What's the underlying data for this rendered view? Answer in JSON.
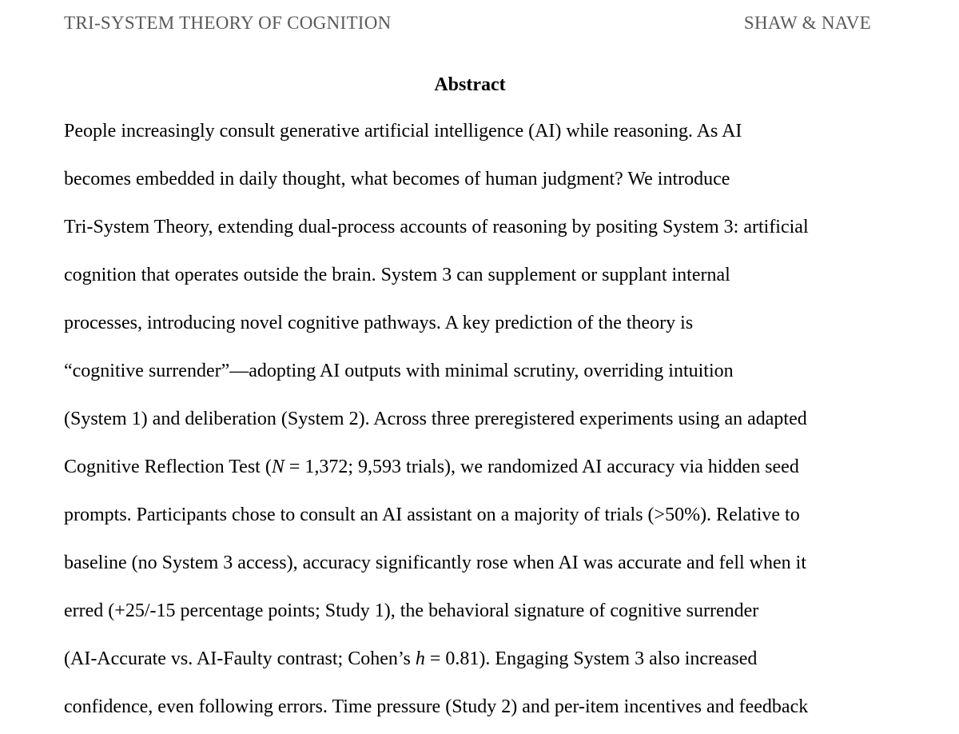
{
  "header": {
    "running_head": "TRI-SYSTEM THEORY OF COGNITION",
    "authors": "SHAW & NAVE"
  },
  "abstract": {
    "title": "Abstract",
    "lines": [
      [
        {
          "t": "People increasingly consult generative artificial intelligence (AI) while reasoning. As AI"
        }
      ],
      [
        {
          "t": "becomes embedded in daily thought, what becomes of human judgment? We introduce"
        }
      ],
      [
        {
          "t": "Tri-System Theory, extending dual-process accounts of reasoning by positing System 3: artificial"
        }
      ],
      [
        {
          "t": "cognition that operates outside the brain. System 3 can supplement or supplant internal"
        }
      ],
      [
        {
          "t": "processes, introducing novel cognitive pathways. A key prediction of the theory is"
        }
      ],
      [
        {
          "t": "“cognitive surrender”—adopting AI outputs with minimal scrutiny, overriding intuition"
        }
      ],
      [
        {
          "t": "(System 1) and deliberation (System 2). Across three preregistered experiments using an adapted"
        }
      ],
      [
        {
          "t": "Cognitive Reflection Test ("
        },
        {
          "t": "N",
          "i": true
        },
        {
          "t": " = 1,372; 9,593 trials), we randomized AI accuracy via hidden seed"
        }
      ],
      [
        {
          "t": "prompts. Participants chose to consult an AI assistant on a majority of trials (>50%). Relative to"
        }
      ],
      [
        {
          "t": "baseline (no System 3 access), accuracy significantly rose when AI was accurate and fell when it"
        }
      ],
      [
        {
          "t": "erred (+25/-15 percentage points; Study 1), the behavioral signature of cognitive surrender"
        }
      ],
      [
        {
          "t": "(AI-Accurate vs. AI-Faulty contrast; Cohen’s "
        },
        {
          "t": "h",
          "i": true
        },
        {
          "t": " = 0.81). Engaging System 3 also increased"
        }
      ],
      [
        {
          "t": "confidence, even following errors. Time pressure (Study 2) and per-item incentives and feedback"
        }
      ]
    ]
  }
}
